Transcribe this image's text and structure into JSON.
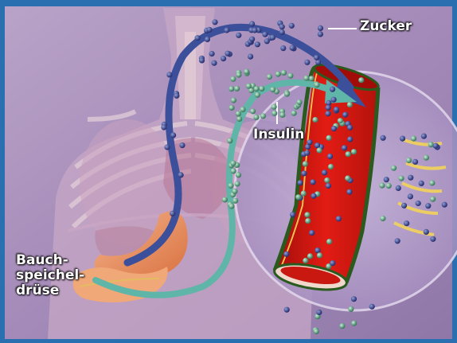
{
  "labels": {
    "sugar": "Zucker",
    "insulin": "Insulin",
    "pancreas_line1": "Bauch-",
    "pancreas_line2": "speichel-",
    "pancreas_line3": "drüse"
  },
  "colors": {
    "frame": "#2a6fb0",
    "background": "#a98fb8",
    "vessel": "#d61a12",
    "sugar_arrow": "#3b4f9a",
    "insulin_arrow": "#5fb5a8",
    "stomach": "#e58a5c"
  }
}
